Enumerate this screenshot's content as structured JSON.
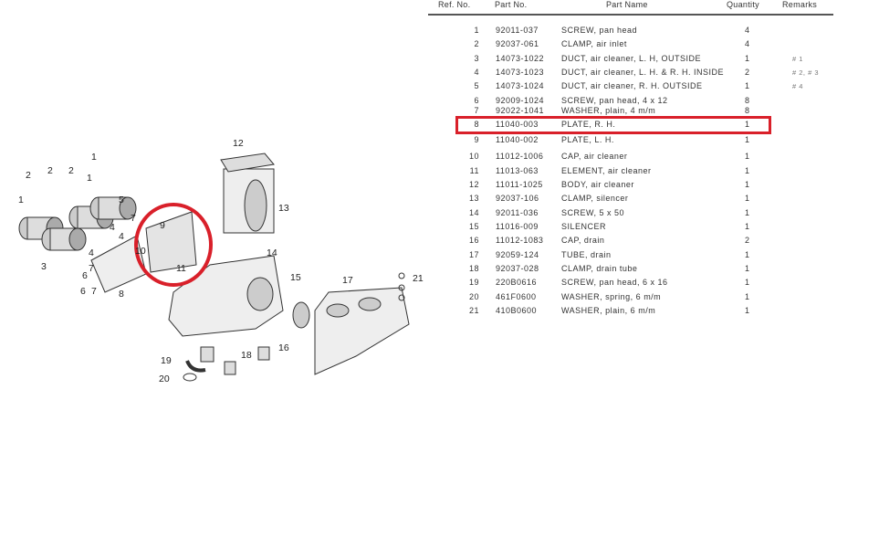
{
  "headers": {
    "ref": "Ref. No.",
    "part_no": "Part No.",
    "name": "Part Name",
    "qty": "Quantity",
    "remarks": "Remarks"
  },
  "rows": [
    {
      "ref": "1",
      "part_no": "92011-037",
      "name": "SCREW, pan head",
      "qty": "4",
      "remarks": ""
    },
    {
      "ref": "2",
      "part_no": "92037-061",
      "name": "CLAMP, air inlet",
      "qty": "4",
      "remarks": ""
    },
    {
      "ref": "3",
      "part_no": "14073-1022",
      "name": "DUCT, air cleaner, L. H, OUTSIDE",
      "qty": "1",
      "remarks": "# 1"
    },
    {
      "ref": "4",
      "part_no": "14073-1023",
      "name": "DUCT, air cleaner, L. H. & R. H. INSIDE",
      "qty": "2",
      "remarks": "# 2, # 3"
    },
    {
      "ref": "5",
      "part_no": "14073-1024",
      "name": "DUCT, air cleaner, R. H. OUTSIDE",
      "qty": "1",
      "remarks": "# 4"
    },
    {
      "ref": "6",
      "part_no": "92009-1024",
      "name": "SCREW, pan head, 4 x 12",
      "qty": "8",
      "remarks": ""
    },
    {
      "ref": "7",
      "part_no": "92022-1041",
      "name": "WASHER, plain, 4 m/m",
      "qty": "8",
      "remarks": ""
    },
    {
      "ref": "8",
      "part_no": "11040-003",
      "name": "PLATE, R. H.",
      "qty": "1",
      "remarks": ""
    },
    {
      "ref": "9",
      "part_no": "11040-002",
      "name": "PLATE, L. H.",
      "qty": "1",
      "remarks": ""
    },
    {
      "ref": "10",
      "part_no": "11012-1006",
      "name": "CAP, air cleaner",
      "qty": "1",
      "remarks": ""
    },
    {
      "ref": "11",
      "part_no": "11013-063",
      "name": "ELEMENT, air cleaner",
      "qty": "1",
      "remarks": ""
    },
    {
      "ref": "12",
      "part_no": "11011-1025",
      "name": "BODY, air cleaner",
      "qty": "1",
      "remarks": ""
    },
    {
      "ref": "13",
      "part_no": "92037-106",
      "name": "CLAMP, silencer",
      "qty": "1",
      "remarks": ""
    },
    {
      "ref": "14",
      "part_no": "92011-036",
      "name": "SCREW, 5 x 50",
      "qty": "1",
      "remarks": ""
    },
    {
      "ref": "15",
      "part_no": "11016-009",
      "name": "SILENCER",
      "qty": "1",
      "remarks": ""
    },
    {
      "ref": "16",
      "part_no": "11012-1083",
      "name": "CAP, drain",
      "qty": "2",
      "remarks": ""
    },
    {
      "ref": "17",
      "part_no": "92059-124",
      "name": "TUBE, drain",
      "qty": "1",
      "remarks": ""
    },
    {
      "ref": "18",
      "part_no": "92037-028",
      "name": "CLAMP, drain tube",
      "qty": "1",
      "remarks": ""
    },
    {
      "ref": "19",
      "part_no": "220B0616",
      "name": "SCREW, pan head, 6 x 16",
      "qty": "1",
      "remarks": ""
    },
    {
      "ref": "20",
      "part_no": "461F0600",
      "name": "WASHER, spring, 6 m/m",
      "qty": "1",
      "remarks": ""
    },
    {
      "ref": "21",
      "part_no": "410B0600",
      "name": "WASHER, plain, 6 m/m",
      "qty": "1",
      "remarks": ""
    }
  ],
  "highlight_color": "#d9202a",
  "diagram_labels": [
    "1",
    "2",
    "2",
    "2",
    "1",
    "1",
    "5",
    "3",
    "4",
    "4",
    "4",
    "6",
    "6",
    "7",
    "7",
    "7",
    "9",
    "8",
    "10",
    "11",
    "12",
    "13",
    "14",
    "15",
    "16",
    "17",
    "18",
    "19",
    "20",
    "21"
  ]
}
